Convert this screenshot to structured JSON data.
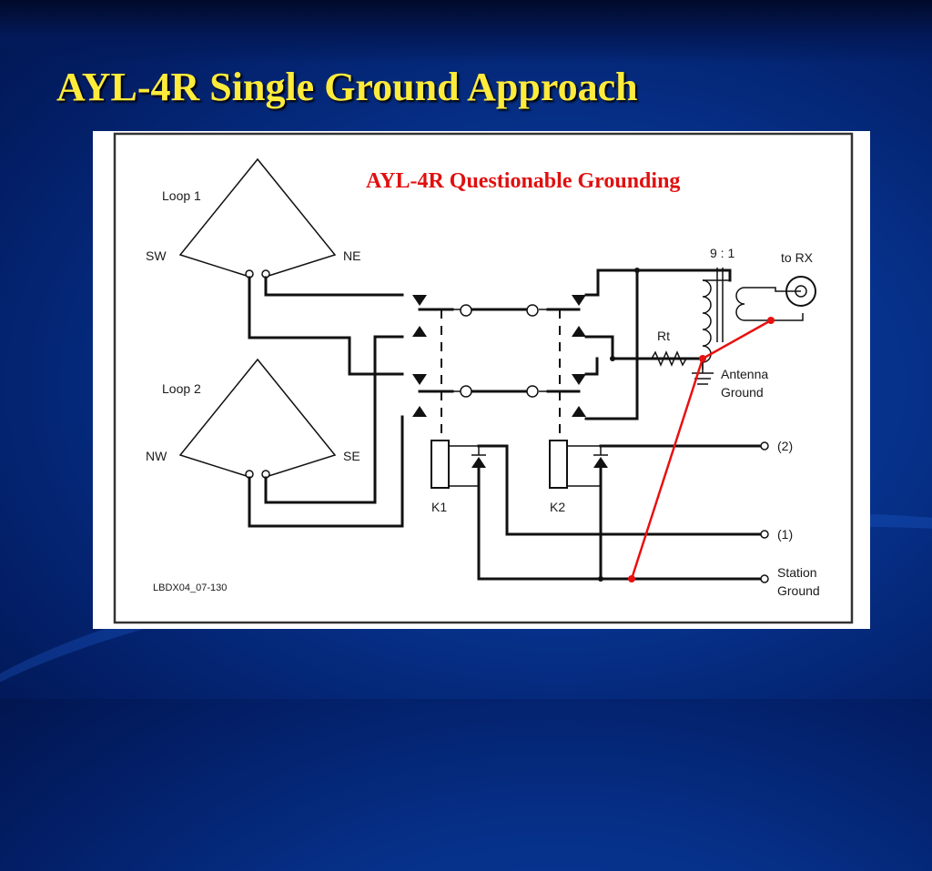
{
  "slide": {
    "title": "AYL-4R Single Ground Approach"
  },
  "diagram": {
    "heading": "AYL-4R Questionable Grounding",
    "loop1": {
      "label": "Loop 1",
      "left": "SW",
      "right": "NE"
    },
    "loop2": {
      "label": "Loop 2",
      "left": "NW",
      "right": "SE"
    },
    "transformer_ratio": "9 : 1",
    "to_rx": "to RX",
    "resistor": "Rt",
    "antenna_ground": [
      "Antenna",
      "Ground"
    ],
    "relay1": "K1",
    "relay2": "K2",
    "terminal_2": "(2)",
    "terminal_1": "(1)",
    "station_ground": [
      "Station",
      "Ground"
    ],
    "drawing_id": "LBDX04_07-130",
    "colors": {
      "annotation": "#e01010",
      "title": "#ffeb3b",
      "background": "#06318a"
    }
  }
}
